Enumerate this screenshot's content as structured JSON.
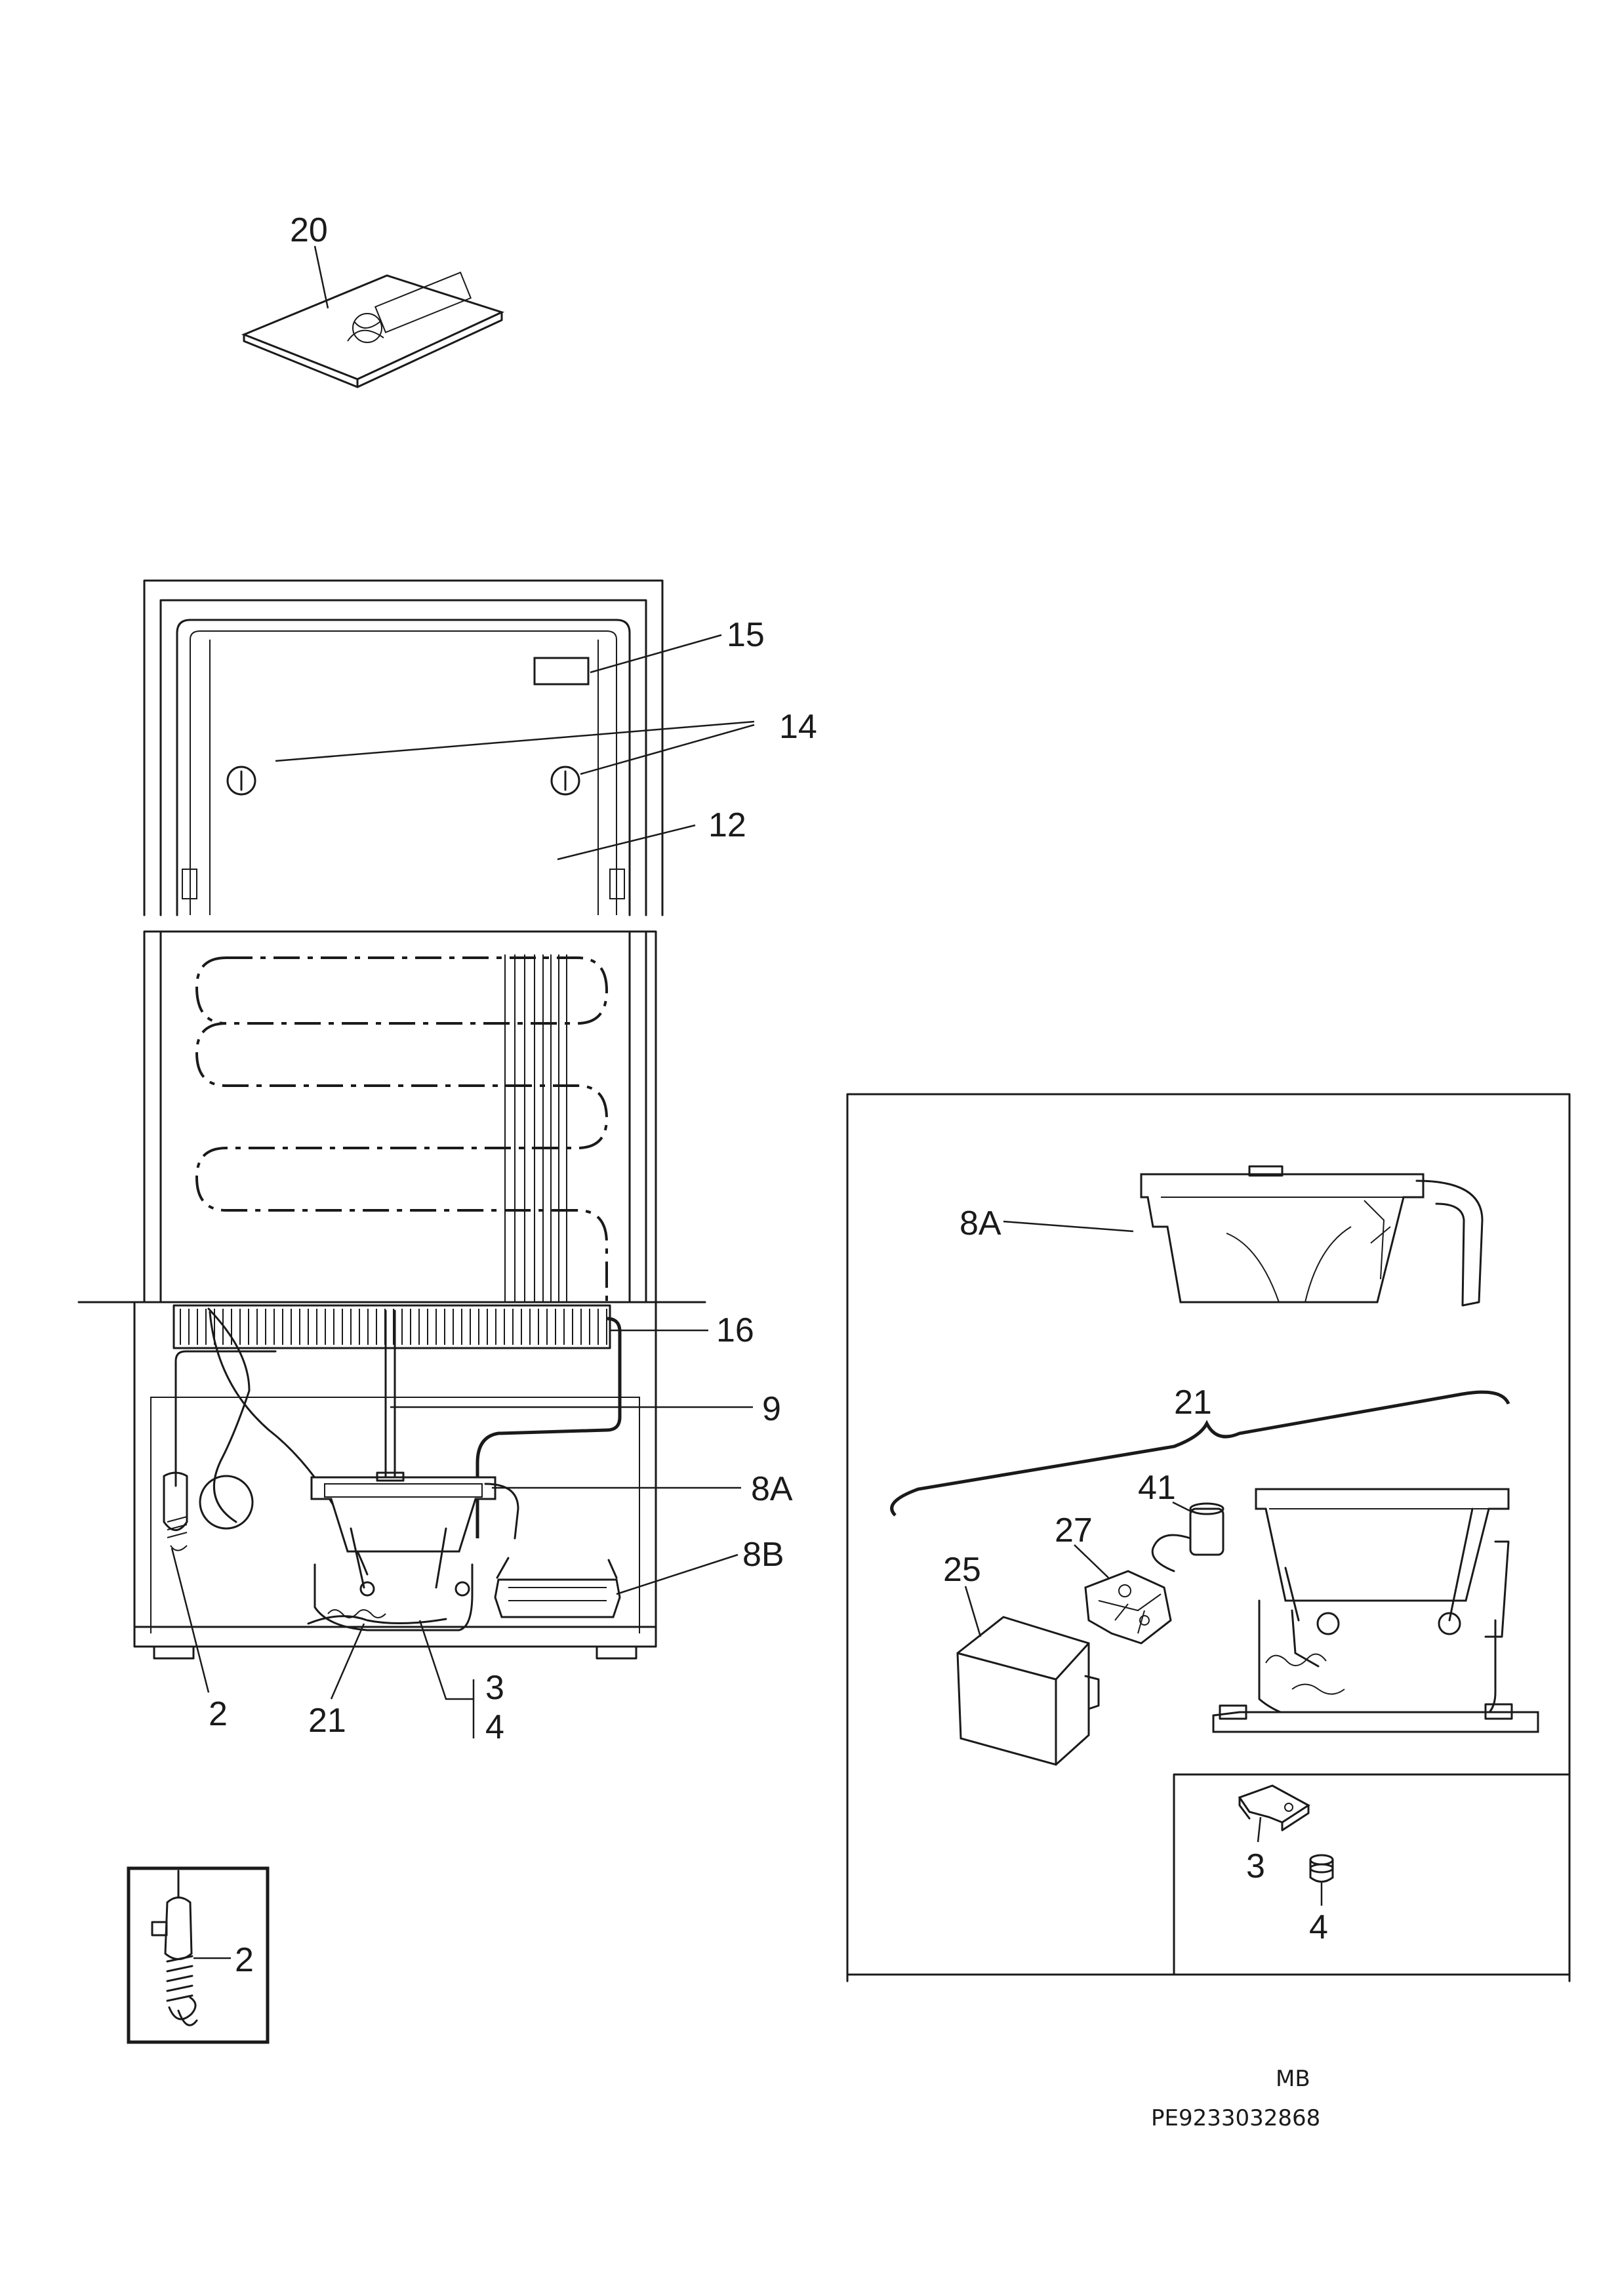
{
  "labels": {
    "manual": "20",
    "rating_plate": "15",
    "screws": "14",
    "rear_panel": "12",
    "condenser": "16",
    "tube": "9",
    "drip_tray_main": "8A",
    "drip_tray_bracket": "8B",
    "thermostat_sensor": "2",
    "compressor_kit": "21",
    "mount_bracket": "3",
    "grommet": "4",
    "detail_drip_tray": "8A",
    "detail_compressor_kit": "21",
    "capacitor": "41",
    "relay": "27",
    "relay_cover": "25",
    "detail_bracket": "3",
    "detail_grommet": "4",
    "inset_sensor": "2"
  },
  "footer": {
    "model_code": "MB",
    "part_number": "PE9233032868"
  }
}
